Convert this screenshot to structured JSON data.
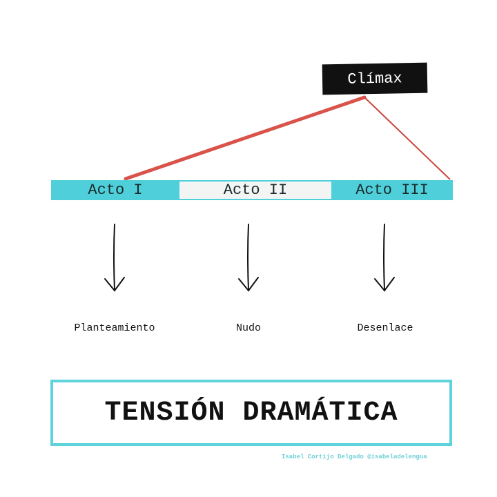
{
  "climax_label": "Clímax",
  "acts": [
    {
      "label": "Acto I"
    },
    {
      "label": "Acto II"
    },
    {
      "label": "Acto III"
    }
  ],
  "stages": [
    {
      "label": "Planteamiento"
    },
    {
      "label": "Nudo"
    },
    {
      "label": "Desenlace"
    }
  ],
  "title": "TENSIÓN DRAMÁTICA",
  "credit": "Isabel Cortijo Delgado @isabeladelengua",
  "colors": {
    "accent": "#4fcfda",
    "tension_line": "#d9534a"
  }
}
